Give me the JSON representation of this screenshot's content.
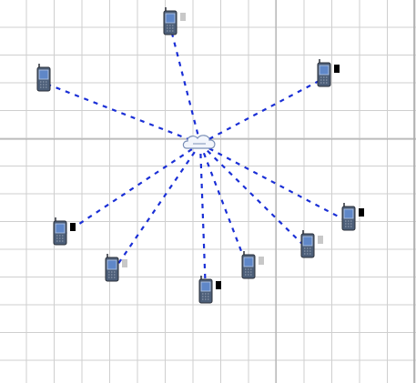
{
  "colors": {
    "background": "#ffffff",
    "grid": "#cfcfcf",
    "grid_strong": "#a9a9a9",
    "link": "#1a2fd6",
    "device_body": "#4d5f79",
    "device_screen": "#5f87c8",
    "device_outline": "#2a2f38",
    "router": "#f2f5fb",
    "router_outline": "#7a8fb6",
    "marker_dark": "#000000",
    "marker_light": "#c8c8c8"
  },
  "icons": {
    "device": "mobile-phone-icon",
    "hub": "cloud-router-icon"
  },
  "network": {
    "hub": {
      "name": "access-point"
    },
    "nodes": [
      {
        "id": "node-1",
        "marker": "light"
      },
      {
        "id": "node-2",
        "marker": "none"
      },
      {
        "id": "node-3",
        "marker": "dark"
      },
      {
        "id": "node-4",
        "marker": "dark"
      },
      {
        "id": "node-5",
        "marker": "light"
      },
      {
        "id": "node-6",
        "marker": "dark"
      },
      {
        "id": "node-7",
        "marker": "light"
      },
      {
        "id": "node-8",
        "marker": "light"
      },
      {
        "id": "node-9",
        "marker": "dark"
      }
    ]
  }
}
